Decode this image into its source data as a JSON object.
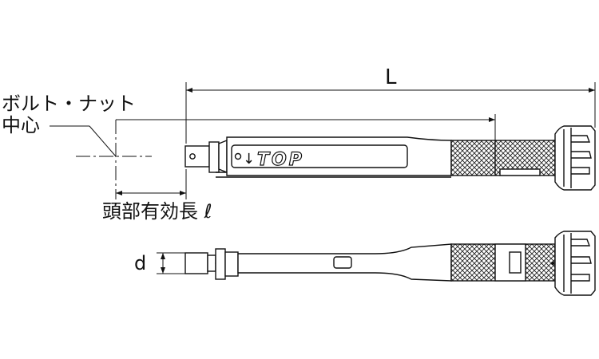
{
  "labels": {
    "bolt_nut": "ボルト・ナット",
    "center": "中心",
    "length_L": "L",
    "head_effective_length": "頭部有効長 ℓ",
    "diameter_d": "d"
  },
  "brand": {
    "logo_text": "TOP",
    "arrow_glyph": "↓"
  },
  "colors": {
    "line": "#111111",
    "knurl": "#222222"
  }
}
